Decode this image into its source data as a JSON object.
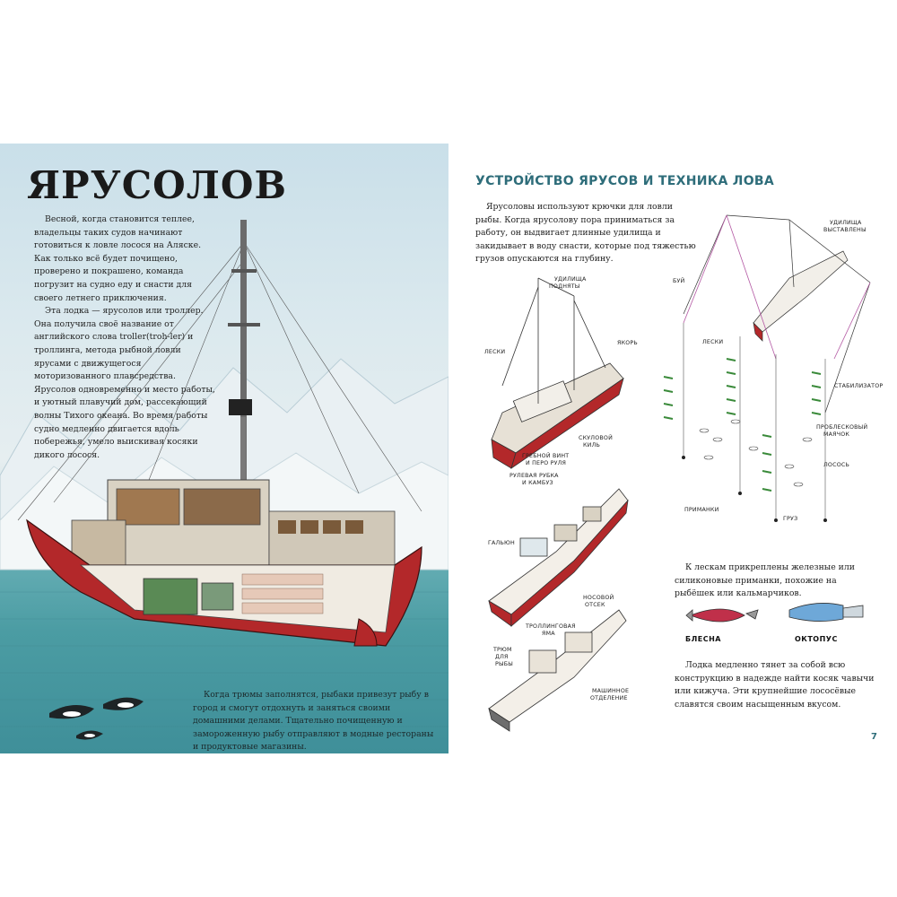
{
  "left_page": {
    "title": "ЯРУСОЛОВ",
    "intro_paragraphs": [
      "Весной, когда становится теплее, владельцы таких судов начинают готовиться к ловле лосося на Аляске. Как только всё будет почищено, проверено и покрашено, команда погрузит на судно еду и снасти для своего летнего приключения.",
      "Эта лодка — ярусолов или троллер. Она получила своё название от английского слова troller(troh-ler) и троллинга, метода рыбной ловли ярусами с движущегося моторизованного плавсредства. Ярусолов одновременно и место работы, и уютный плавучий дом, рассекающий волны Тихого океана. Во время работы судно медленно двигается вдоль побережья, умело выискивая косяки дикого лосося."
    ],
    "caption": "Когда трюмы заполнятся, рыбаки привезут рыбу в город и смогут отдохнуть и заняться своими домашними делами. Тщательно почищенную и замороженную рыбу отправляют в модные рестораны и продуктовые магазины."
  },
  "right_page": {
    "section_title": "УСТРОЙСТВО ЯРУСОВ И ТЕХНИКА ЛОВА",
    "intro_text": "Ярусоловы используют крючки для ловли рыбы. Когда ярусолову пора приниматься за работу, он выдвигает длинные удилища и закидывает в воду снасти, которые под тяжестью грузов опускаются на глубину.",
    "labels": {
      "rods_raised": [
        "УДИЛИЩА",
        "ПОДНЯТЫ"
      ],
      "lines": "ЛЕСКИ",
      "anchor": "ЯКОРЬ",
      "bilge_keel": [
        "СКУЛОВОЙ",
        "КИЛЬ"
      ],
      "propeller_rudder": [
        "ГРЕБНОЙ ВИНТ",
        "И ПЕРО РУЛЯ"
      ],
      "wheelhouse_galley": [
        "РУЛЕВАЯ РУБКА",
        "И КАМБУЗ"
      ],
      "head": "ГАЛЬЮН",
      "bow_compartment": [
        "НОСОВОЙ",
        "ОТСЕК"
      ],
      "trolling_pit": [
        "ТРОЛЛИНГОВАЯ",
        "ЯМА"
      ],
      "fish_hold": [
        "ТРЮМ",
        "ДЛЯ",
        "РЫБЫ"
      ],
      "engine_room": [
        "МАШИННОЕ",
        "ОТДЕЛЕНИЕ"
      ],
      "rods_extended": [
        "УДИЛИЩА",
        "ВЫСТАВЛЕНЫ"
      ],
      "buoy": "БУЙ",
      "lines_right": "ЛЕСКИ",
      "stabilizer": "СТАБИЛИЗАТОР",
      "flashing_beacon": [
        "ПРОБЛЕСКОВЫЙ",
        "МАЯЧОК"
      ],
      "salmon": "ЛОСОСЬ",
      "lures": "ПРИМАНКИ",
      "weight": "ГРУЗ"
    },
    "lures_text": "К лескам прикреплены железные или силиконовые приманки, похожие на рыбёшек или кальмарчиков.",
    "lure_spoon": "БЛЕСНА",
    "lure_octopus": "ОКТОПУС",
    "closing_text": "Лодка медленно тянет за собой всю конструкцию в надежде найти косяк чавычи или кижуча. Эти крупнейшие лососёвые славятся своим насыщенным вкусом.",
    "page_number": "7"
  },
  "colors": {
    "accent": "#2e6d7a",
    "hull_red": "#b3282a",
    "sea": "#4b9ca3"
  }
}
